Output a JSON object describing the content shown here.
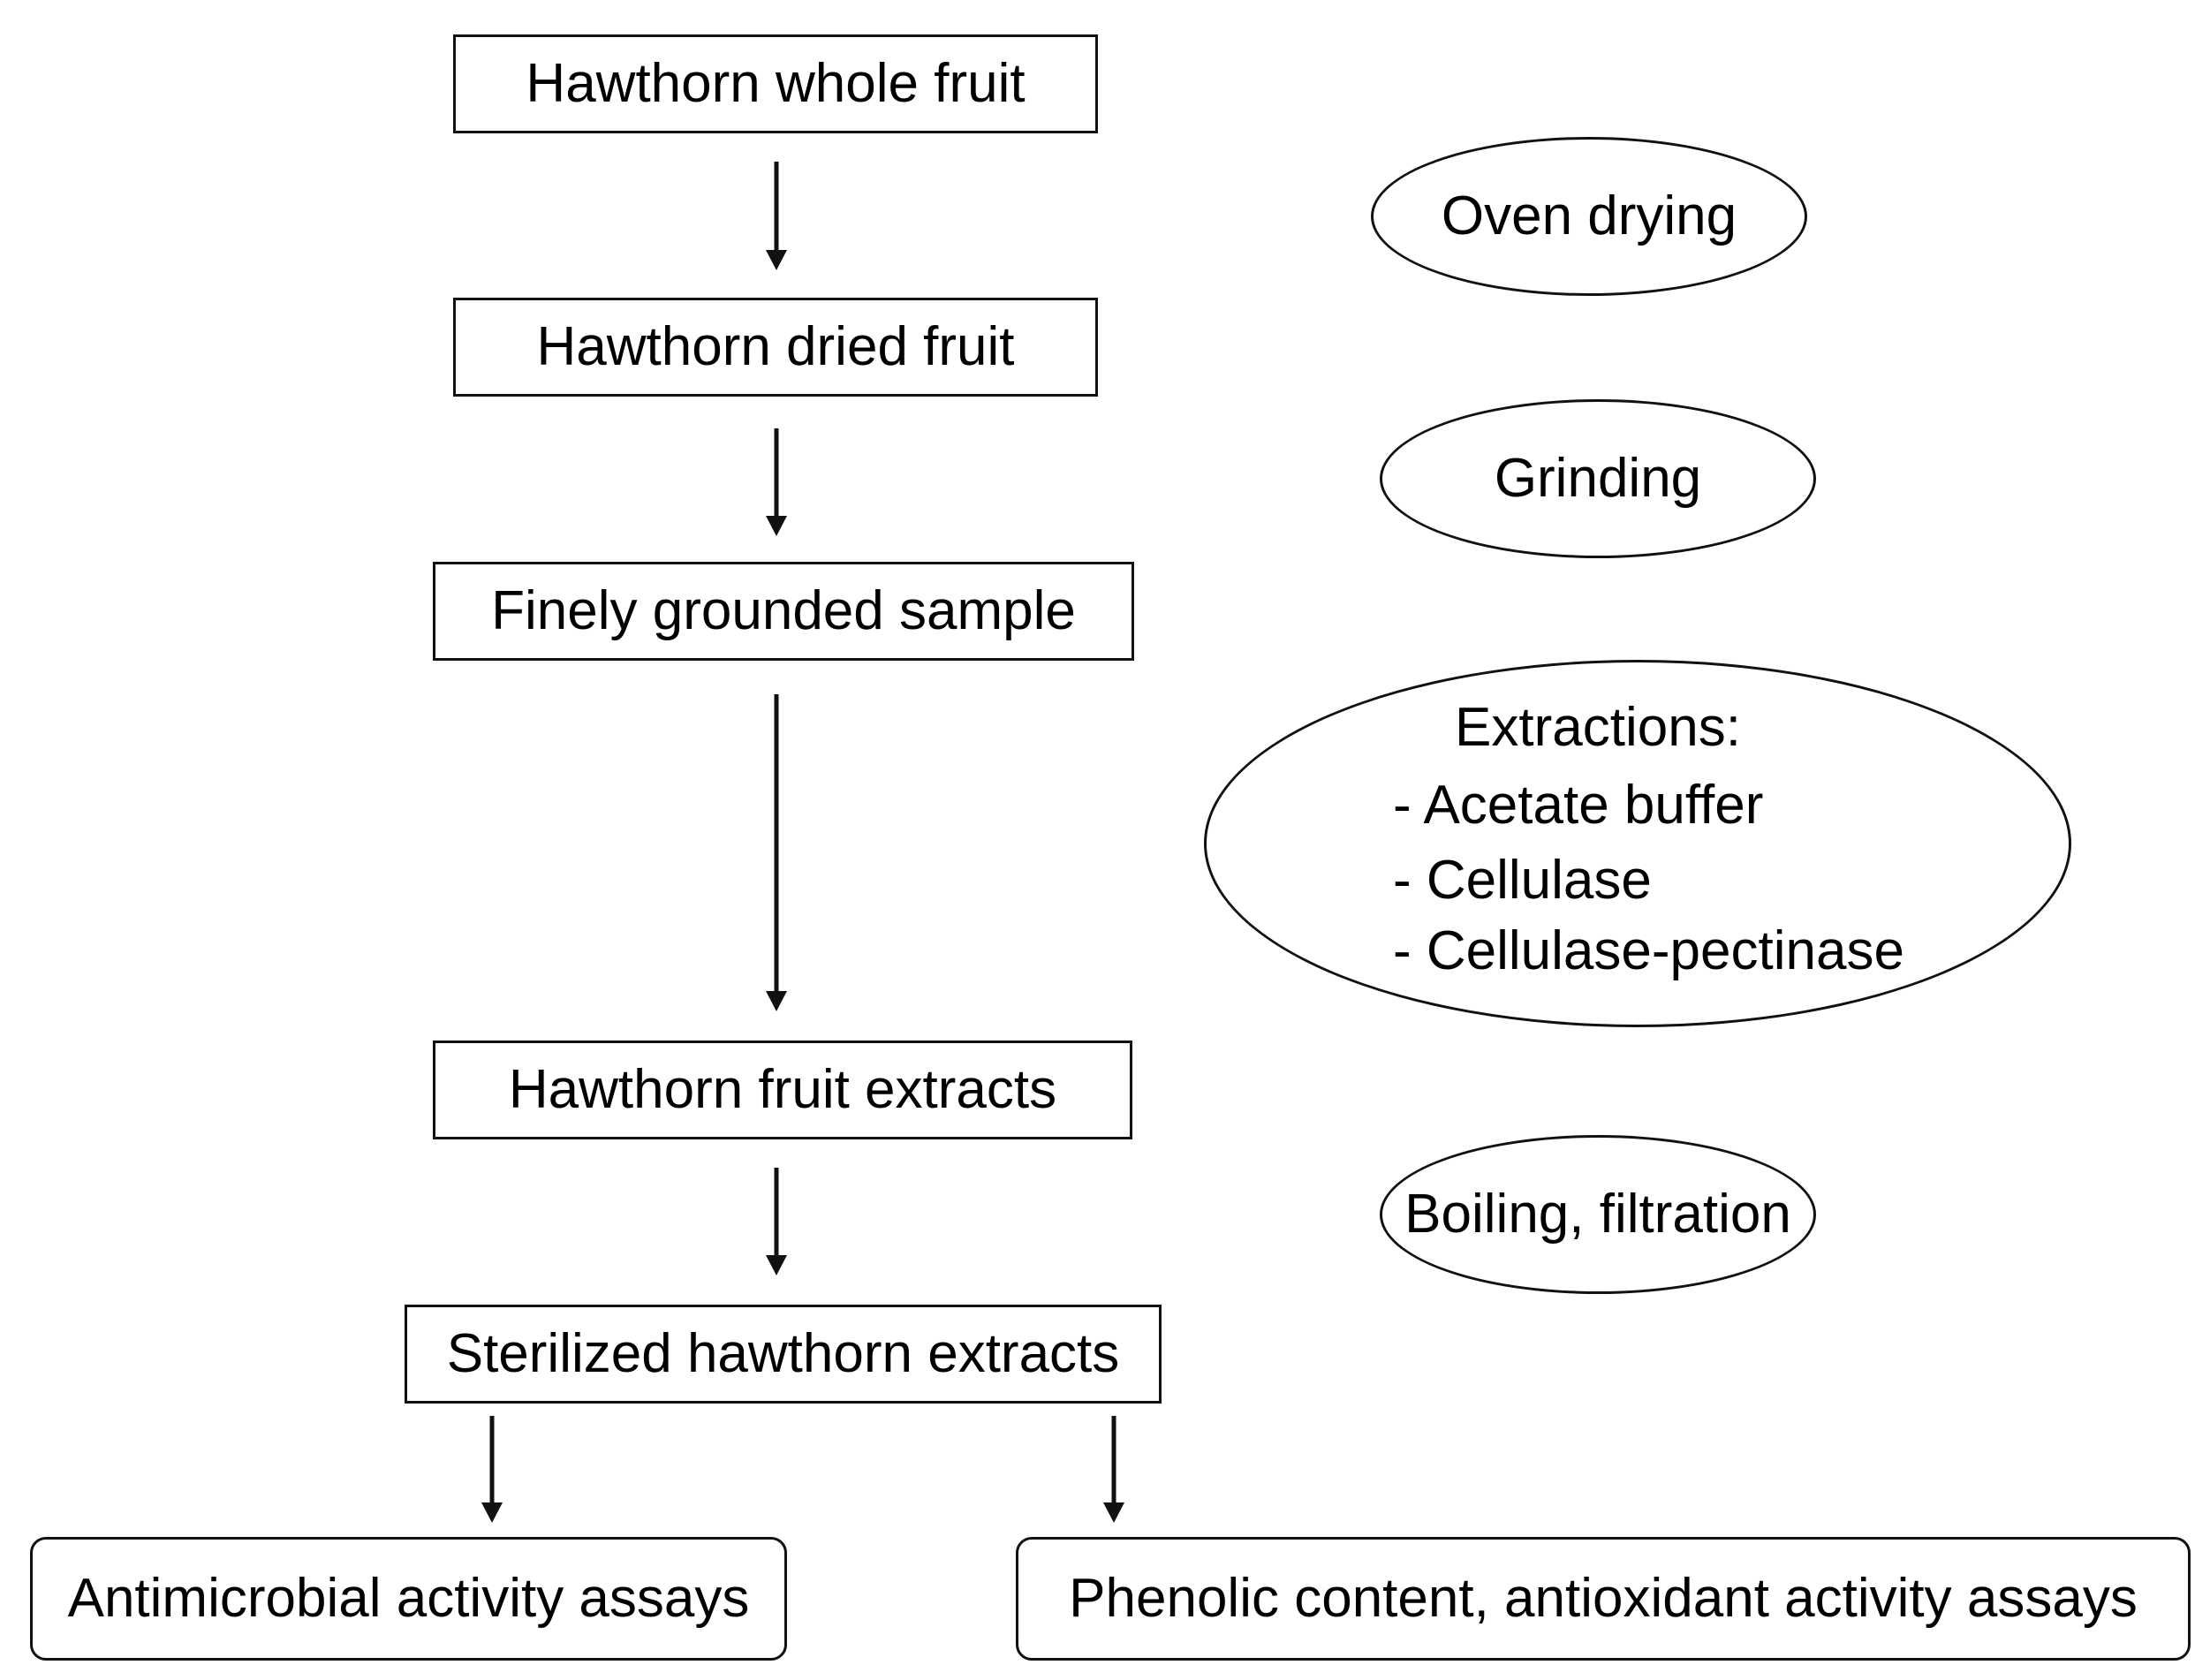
{
  "flow": {
    "whole_fruit": "Hawthorn whole fruit",
    "dried_fruit": "Hawthorn dried fruit",
    "ground_sample": "Finely grounded sample",
    "fruit_extracts": "Hawthorn fruit extracts",
    "sterilized_extracts": "Sterilized hawthorn extracts",
    "antimicrobial_assays": "Antimicrobial activity assays",
    "phenolic_assays": "Phenolic content, antioxidant activity assays"
  },
  "steps": {
    "oven_drying": "Oven drying",
    "grinding": "Grinding",
    "extractions": {
      "heading": "Extractions:",
      "items": [
        "- Acetate buffer",
        "- Cellulase",
        "- Cellulase-pectinase"
      ]
    },
    "boiling": "Boiling, filtration"
  }
}
